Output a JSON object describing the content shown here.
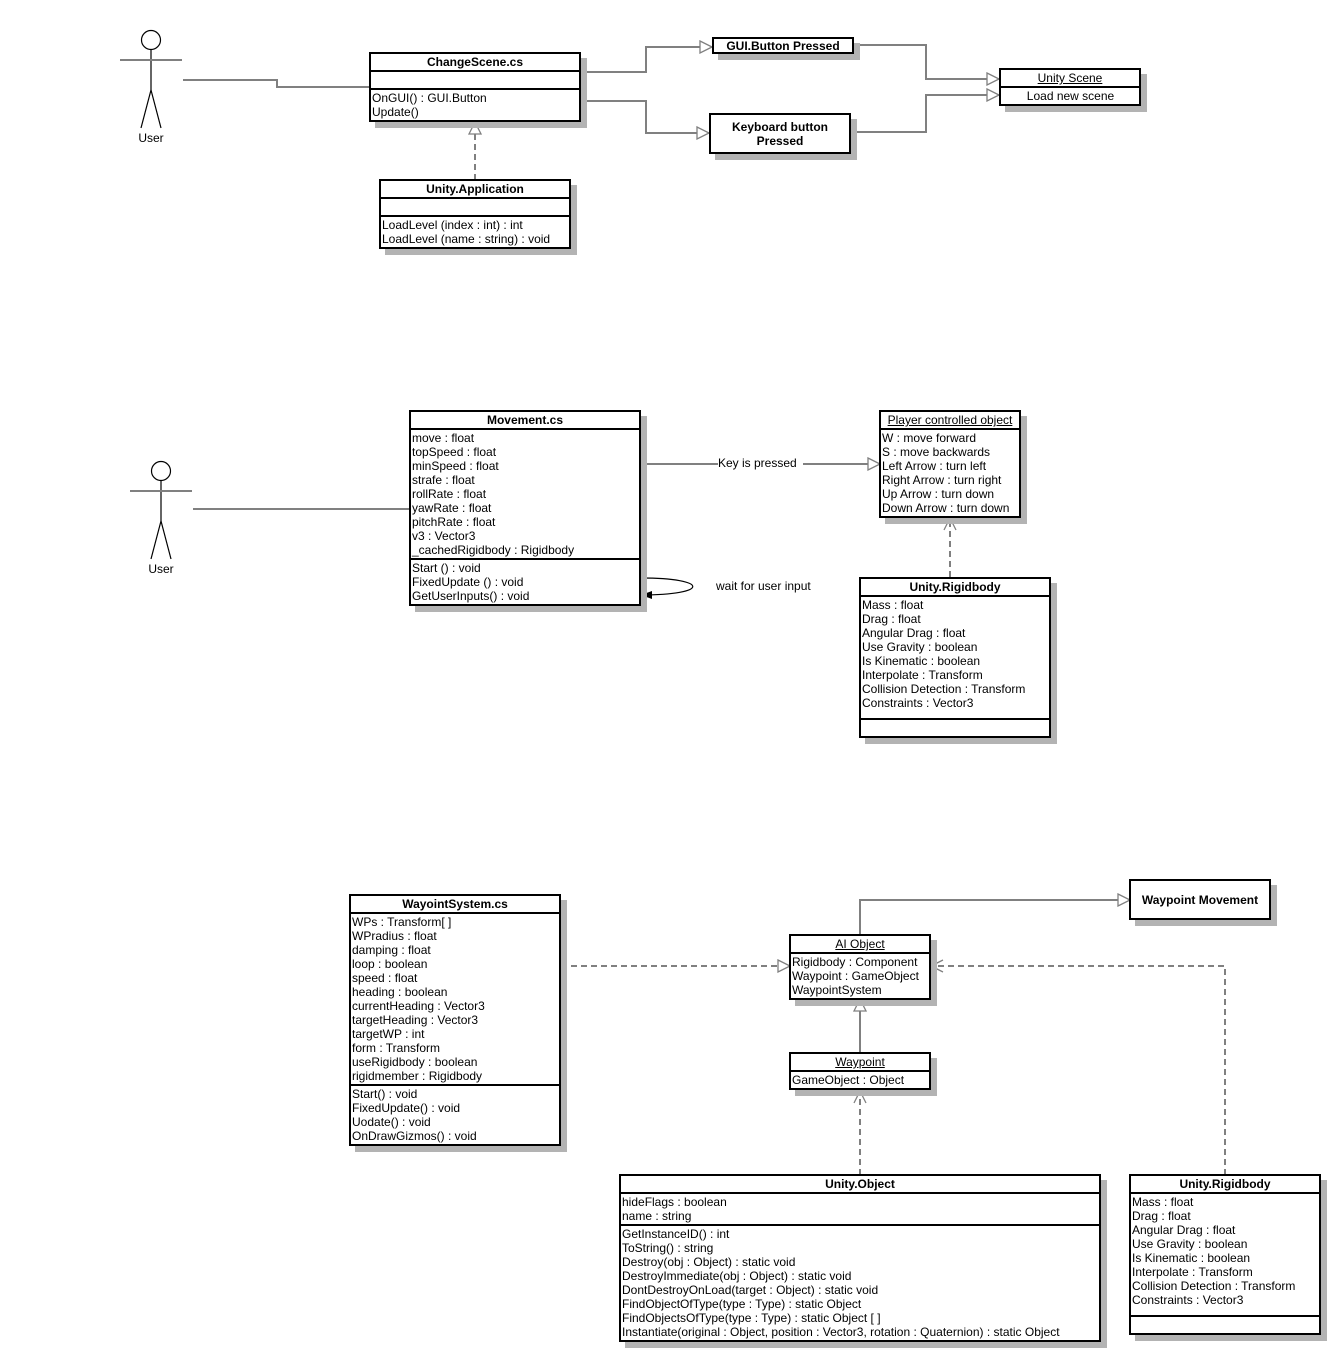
{
  "diagram1": {
    "actor": "User",
    "change_scene": {
      "title": "ChangeScene.cs",
      "attributes": [],
      "methods": [
        "OnGUI() : GUI.Button",
        "Update()"
      ]
    },
    "unity_application": {
      "title": "Unity.Application",
      "attributes": [],
      "methods": [
        "LoadLevel (index : int) : int",
        "LoadLevel (name : string) : void"
      ]
    },
    "gui_button_pressed": "GUI.Button Pressed",
    "keyboard_button_pressed": "Keyboard button Pressed",
    "unity_scene": {
      "title": "Unity Scene",
      "rows": [
        "Load new scene"
      ]
    }
  },
  "diagram2": {
    "actor": "User",
    "movement": {
      "title": "Movement.cs",
      "attributes": [
        "move : float",
        "topSpeed : float",
        "minSpeed : float",
        "strafe : float",
        "rollRate : float",
        "yawRate : float",
        "pitchRate : float",
        "v3 : Vector3",
        "_cachedRigidbody : Rigidbody"
      ],
      "methods": [
        "Start () : void",
        "FixedUpdate () : void",
        "GetUserInputs() : void"
      ]
    },
    "key_label": "Key is pressed",
    "loop_label": "wait for user input",
    "player_object": {
      "title": "Player controlled object",
      "rows": [
        "W : move forward",
        "S : move backwards",
        "Left Arrow : turn left",
        "Right Arrow : turn right",
        "Up Arrow : turn down",
        "Down Arrow : turn down"
      ]
    },
    "rigidbody": {
      "title": "Unity.Rigidbody",
      "attributes": [
        "Mass : float",
        "Drag : float",
        "Angular Drag : float",
        "Use Gravity : boolean",
        "Is Kinematic : boolean",
        "Interpolate : Transform",
        "Collision Detection : Transform",
        "Constraints : Vector3"
      ],
      "methods": []
    }
  },
  "diagram3": {
    "waypoint_system": {
      "title": "WayointSystem.cs",
      "attributes": [
        "WPs : Transform[ ]",
        "WPradius : float",
        "damping : float",
        "loop : boolean",
        "speed : float",
        "heading : boolean",
        "currentHeading : Vector3",
        "targetHeading : Vector3",
        "targetWP : int",
        "form : Transform",
        "useRigidbody : boolean",
        "rigidmember : Rigidbody"
      ],
      "methods": [
        "Start() : void",
        "FixedUpdate() : void",
        "Uodate() : void",
        "OnDrawGizmos() : void"
      ]
    },
    "ai_object": {
      "title": "AI Object",
      "rows": [
        "Rigidbody : Component",
        "Waypoint : GameObject",
        "WaypointSystem"
      ]
    },
    "waypoint_movement": "Waypoint Movement",
    "waypoint": {
      "title": "Waypoint",
      "rows": [
        "GameObject : Object"
      ]
    },
    "unity_object": {
      "title": "Unity.Object",
      "attributes": [
        "hideFlags : boolean",
        "name : string"
      ],
      "methods": [
        "GetInstanceID() : int",
        "ToString() : string",
        "Destroy(obj : Object) : static void",
        "DestroyImmediate(obj : Object) : static void",
        "DontDestroyOnLoad(target : Object) : static void",
        "FindObjectOfType(type : Type) : static Object",
        "FindObjectsOfType(type : Type) : static Object [ ]",
        "Instantiate(original : Object, position : Vector3, rotation : Quaternion) : static Object"
      ]
    },
    "rigidbody": {
      "title": "Unity.Rigidbody",
      "attributes": [
        "Mass : float",
        "Drag : float",
        "Angular Drag : float",
        "Use Gravity : boolean",
        "Is Kinematic : boolean",
        "Interpolate : Transform",
        "Collision Detection : Transform",
        "Constraints : Vector3"
      ],
      "methods": []
    }
  }
}
